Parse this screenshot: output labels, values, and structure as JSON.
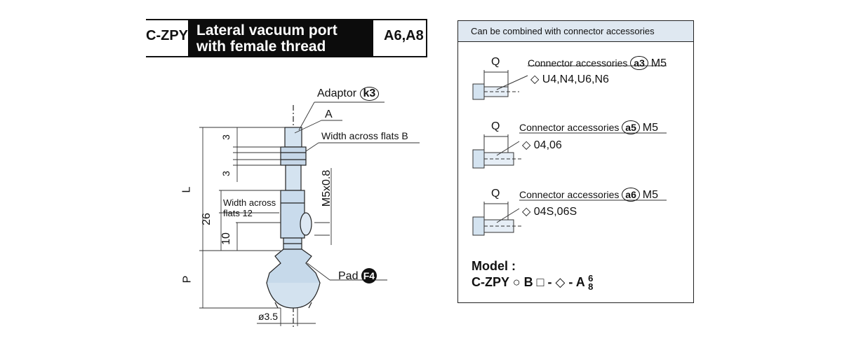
{
  "header": {
    "code": "C-ZPY",
    "title_line1": "Lateral vacuum port",
    "title_line2": "with female thread",
    "sizes": "A6,A8"
  },
  "drawing": {
    "adaptor_label": "Adaptor",
    "adaptor_badge": "k3",
    "label_a": "A",
    "width_flats_b": "Width across flats B",
    "dim_3_top": "3",
    "dim_3_bottom": "3",
    "dim_L": "L",
    "dim_26": "26",
    "dim_10": "10",
    "dim_P": "P",
    "thread": "M5x0.8",
    "width_flats_12_line1": "Width across",
    "width_flats_12_line2": "flats 12",
    "pad_label": "Pad",
    "pad_badge": "F4",
    "diameter": "ø3.5"
  },
  "panel": {
    "title": "Can be combined with connector accessories",
    "items": [
      {
        "q": "Q",
        "label": "Connector accessories",
        "badge": "a3",
        "thread": "M5",
        "options": "U4,N4,U6,N6"
      },
      {
        "q": "Q",
        "label": "Connector accessories",
        "badge": "a5",
        "thread": "M5",
        "options": "04,06"
      },
      {
        "q": "Q",
        "label": "Connector accessories",
        "badge": "a6",
        "thread": "M5",
        "options": "04S,06S"
      }
    ],
    "model_title": "Model :",
    "model_prefix": "C-ZPY",
    "model_b": "B",
    "model_dash1": "-",
    "model_dash2": "- A",
    "model_sup": "6",
    "model_sub": "8"
  }
}
